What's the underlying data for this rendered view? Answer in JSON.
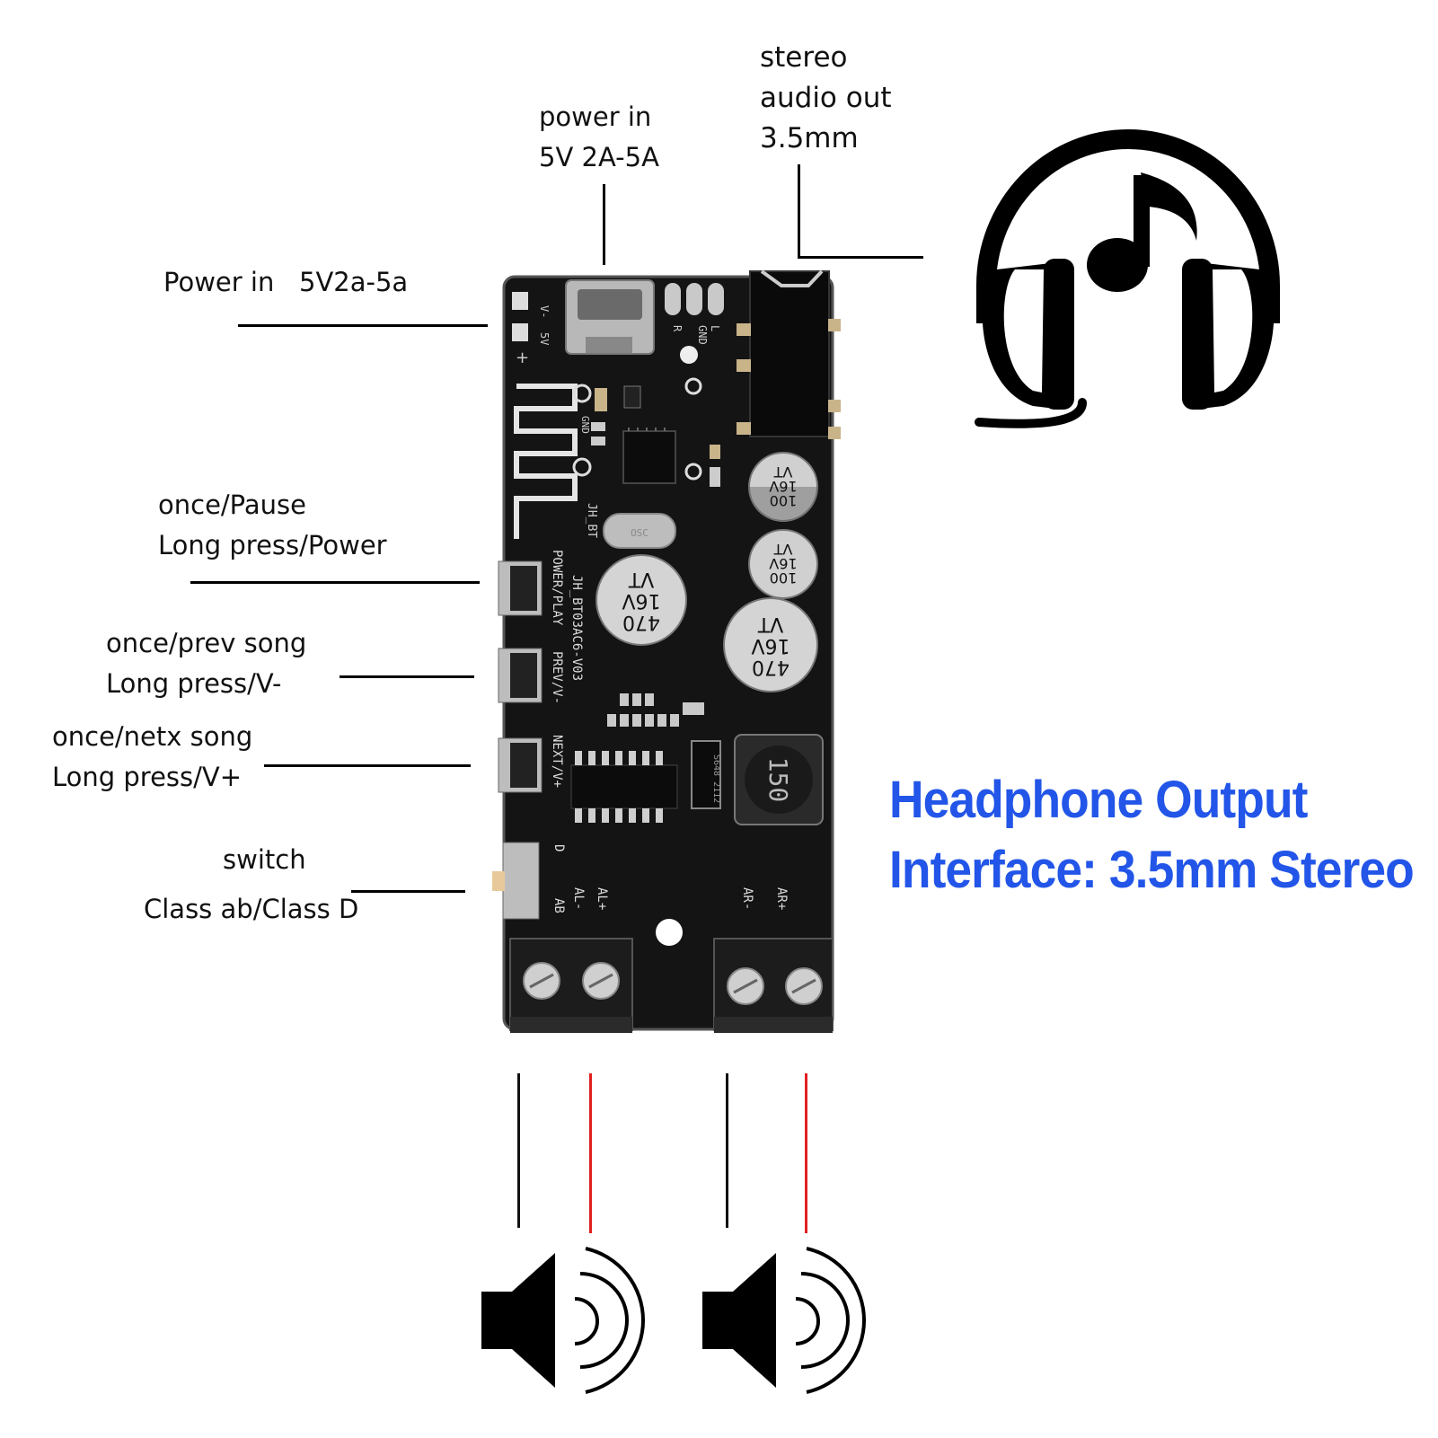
{
  "labels": {
    "power_in_top": [
      "power in",
      "5V 2A-5A"
    ],
    "stereo_out": [
      "stereo",
      "audio out",
      "3.5mm"
    ],
    "power_in_left": "Power in   5V2a-5a",
    "pause_power": [
      "once/Pause",
      "Long press/Power"
    ],
    "prev_vol_down": [
      "once/prev song",
      "Long press/V-"
    ],
    "next_vol_up": [
      "once/netx song",
      "Long press/V+"
    ],
    "mode_switch": [
      "switch",
      "Class ab/Class D"
    ]
  },
  "headline": [
    "Headphone Output",
    "Interface: 3.5mm Stereo"
  ],
  "board": {
    "model": "JH_BT03AC6-V03",
    "module": "JH_BT",
    "button_labels": [
      "POWER/PLAY",
      "PREV/V-",
      "NEXT/V+"
    ],
    "power_pads": [
      "V-",
      "5V",
      "+"
    ],
    "audio_pads": [
      "L",
      "GND",
      "R"
    ],
    "switch_labels": [
      "D",
      "AB"
    ],
    "left_terminal": [
      "AL-",
      "AL+"
    ],
    "right_terminal": [
      "AR-",
      "AR+"
    ],
    "cap_large": [
      "470",
      "16V",
      "VT"
    ],
    "cap_small": [
      "100",
      "16V",
      "VT"
    ],
    "inductor": "150",
    "chip": "S648 2112",
    "gnd": "GND",
    "crystal": "OSC"
  },
  "colors": {
    "headline": "#2255e8",
    "board": "#141414",
    "wire_black": "#111111",
    "wire_red": "#e02020"
  },
  "icons": [
    "headphones-music-icon",
    "speaker-left-icon",
    "speaker-right-icon"
  ]
}
